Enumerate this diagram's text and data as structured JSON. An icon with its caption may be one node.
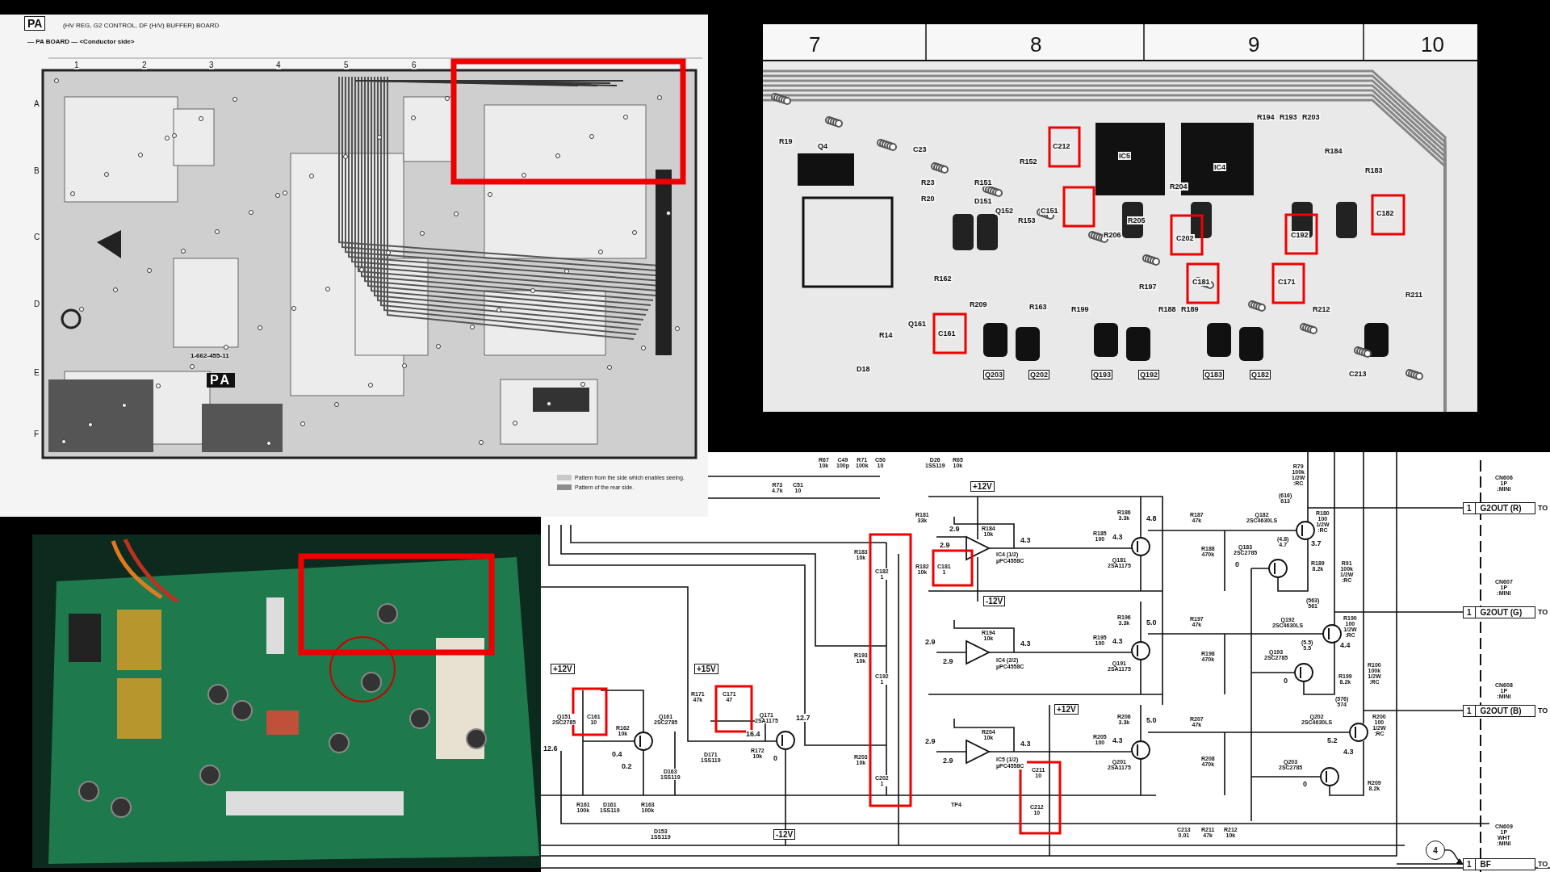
{
  "diagram": {
    "nodes": [
      {
        "text": [
          "1",
          "G2OUT (R)"
        ],
        "beside": [
          "TO"
        ]
      },
      {
        "text": [
          "1",
          "G2OUT (G)"
        ],
        "beside": [
          "TO"
        ]
      },
      {
        "text": [
          "1",
          "G2OUT (B)"
        ],
        "beside": [
          "TO"
        ]
      },
      {
        "text": [
          "4"
        ]
      },
      {
        "text": [
          "1",
          "BF"
        ],
        "beside": [
          "TO"
        ]
      }
    ],
    "edges": [
      {
        "from": 3,
        "to": 4,
        "arrow": "to"
      }
    ],
    "labels": [
      "PA",
      "(HV REG, G2 CONTROL, DF (H/V) BUFFER) BOARD",
      "— PA BOARD — <Conductor side>",
      "1",
      "2",
      "3",
      "4",
      "5",
      "6",
      "A",
      "B",
      "C",
      "D",
      "E",
      "F",
      "1-662-455-11",
      "PA",
      "7",
      "8",
      "9",
      "10",
      "R19",
      "Q4",
      "C23",
      "R23",
      "R20",
      "R151",
      "D151",
      "R152",
      "C212",
      "IC5",
      "IC4",
      "R204",
      "Q152",
      "R153",
      "C151",
      "R206",
      "R205",
      "C202",
      "R194",
      "R193",
      "R203",
      "R184",
      "R183",
      "C182",
      "C192",
      "C181",
      "C171",
      "R197",
      "R162",
      "R163",
      "R188",
      "R209",
      "C161",
      "Q161",
      "R14",
      "R199",
      "R189",
      "R212",
      "R211",
      "D18",
      "Q203",
      "Q202",
      "Q193",
      "Q192",
      "Q183",
      "Q182",
      "C213",
      "R73 4.7k",
      "C51 10",
      "R67 10k",
      "C49 100p",
      "R71 100k",
      "C50 10",
      "D26 1SS119",
      "R65 10k",
      "+12V",
      "+15V",
      "Q151 2SC2785",
      "C161 10",
      "R162 10k",
      "Q161 2SC2785",
      "12.6",
      "0.4",
      "0.2",
      "D163 1SS119",
      "R161 100k",
      "D161 1SS119",
      "R163 100k",
      "D153 1SS119",
      "R171 47k",
      "C171 47",
      "D171 1SS119",
      "Q171 2SA1175",
      "12.7",
      "16.4",
      "R172 10k",
      "0",
      "-12V",
      "R183 10k",
      "C182 1",
      "R193 10k",
      "C192 1",
      "R203 10k",
      "C202 1",
      "R181 33k",
      "R182 10k",
      "C181 1",
      "2.9",
      "2.9",
      "R184 10k",
      "IC4 (1/2) µPC4558C",
      "4.3",
      "+12V",
      "-12V",
      "2.9",
      "2.9",
      "R194 10k",
      "IC4 (2/2) µPC4558C",
      "4.3",
      "+12V",
      "2.9",
      "2.9",
      "R204 10k",
      "IC5 (1/2) µPC4558C",
      "4.3",
      "C211 10",
      "C212 10",
      "TP4",
      "R186 3.3k",
      "4.8",
      "R185 100",
      "4.3",
      "Q181 2SA1175",
      "R196 3.3k",
      "5.0",
      "R195 100",
      "4.3",
      "Q191 2SA1175",
      "R206 3.3k",
      "5.0",
      "R205 100",
      "4.3",
      "Q201 2SA1175",
      "R187 47k",
      "R188 470k",
      "R197 47k",
      "R198 470k",
      "R207 47k",
      "R208 470k",
      "C213 0.01",
      "R211 47k",
      "R212 10k",
      "R79 100k 1/2W :RC",
      "(616) 613",
      "Q182 2SC4630LS",
      "(4.8) 4.7",
      "3.7",
      "R180 100 1/2W :RC",
      "Q183 2SC2785",
      "0",
      "R189 8.2k",
      "R91 100k 1/2W :RC",
      "(563) 561",
      "Q192 2SC4630LS",
      "(5.5) 5.5",
      "4.4",
      "R190 100 1/2W :RC",
      "Q193 2SC2785",
      "0",
      "R199 8.2k",
      "R100 100k 1/2W :RC",
      "(576) 574",
      "Q202 2SC4630LS",
      "5.2",
      "4.3",
      "R200 100 1/2W :RC",
      "Q203 2SC2785",
      "0",
      "R209 8.2k",
      "CN606 1P :MINI",
      "CN607 1P :MINI",
      "CN608 1P :MINI",
      "CN609 1P WHT :MINI"
    ],
    "legend": [
      {
        "text": "Pattern from the side which enables seeing.",
        "color": "#c8c8c8"
      },
      {
        "text": "Pattern of the rear side.",
        "color": "#8c8c8c"
      }
    ]
  }
}
